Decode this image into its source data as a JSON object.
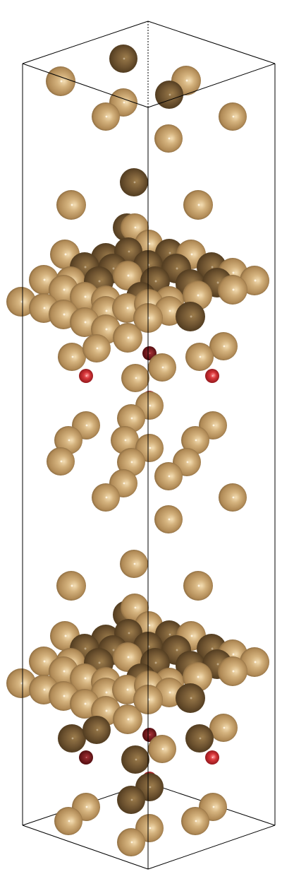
{
  "structure": {
    "view": "perspective",
    "cell": "supercell-box",
    "species": [
      {
        "name": "metal",
        "color": "#c9a773",
        "highlight": "#f2dcb0",
        "shade": "#6e5330"
      },
      {
        "name": "oxygen",
        "color": "#cc2a2e",
        "highlight": "#ff8080",
        "shade": "#5e0b0e"
      }
    ],
    "box_color": "#000000"
  }
}
